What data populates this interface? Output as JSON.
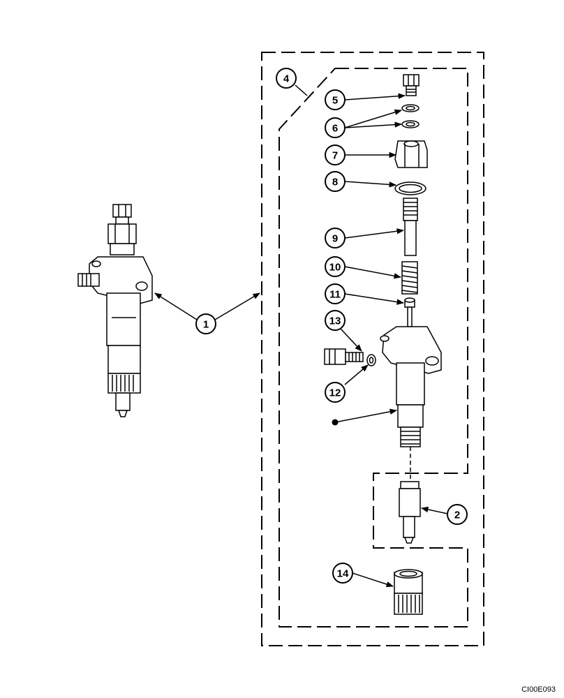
{
  "figure_code": "CI00E093",
  "callouts": {
    "c1": "1",
    "c2": "2",
    "c4": "4",
    "c5": "5",
    "c6": "6",
    "c7": "7",
    "c8": "8",
    "c9": "9",
    "c10": "10",
    "c11": "11",
    "c12": "12",
    "c13": "13",
    "c14": "14"
  }
}
